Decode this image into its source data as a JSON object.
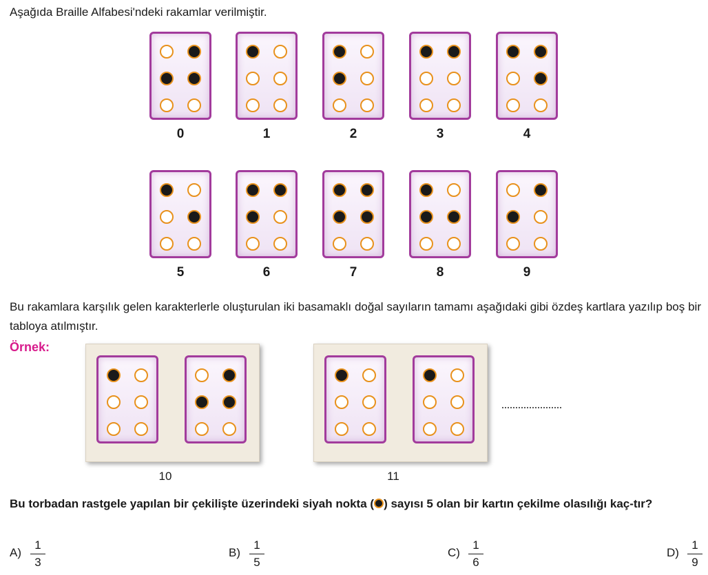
{
  "intro_text": "Aşağıda Braille Alfabesi'ndeki rakamlar verilmiştir.",
  "braille_digits": [
    {
      "label": "0",
      "dots": [
        false,
        true,
        true,
        true,
        false,
        false
      ]
    },
    {
      "label": "1",
      "dots": [
        true,
        false,
        false,
        false,
        false,
        false
      ]
    },
    {
      "label": "2",
      "dots": [
        true,
        false,
        true,
        false,
        false,
        false
      ]
    },
    {
      "label": "3",
      "dots": [
        true,
        true,
        false,
        false,
        false,
        false
      ]
    },
    {
      "label": "4",
      "dots": [
        true,
        true,
        false,
        true,
        false,
        false
      ]
    },
    {
      "label": "5",
      "dots": [
        true,
        false,
        false,
        true,
        false,
        false
      ]
    },
    {
      "label": "6",
      "dots": [
        true,
        true,
        true,
        false,
        false,
        false
      ]
    },
    {
      "label": "7",
      "dots": [
        true,
        true,
        true,
        true,
        false,
        false
      ]
    },
    {
      "label": "8",
      "dots": [
        true,
        false,
        true,
        true,
        false,
        false
      ]
    },
    {
      "label": "9",
      "dots": [
        false,
        true,
        true,
        false,
        false,
        false
      ]
    }
  ],
  "paragraph": "Bu rakamlara karşılık gelen karakterlerle oluşturulan iki basamaklı doğal sayıların tamamı aşağıdaki gibi özdeş kartlara yazılıp boş bir tabloya atılmıştır.",
  "example_label": "Örnek:",
  "example_cards": [
    {
      "label": "10",
      "cells": [
        [
          true,
          false,
          false,
          false,
          false,
          false
        ],
        [
          false,
          true,
          true,
          true,
          false,
          false
        ]
      ]
    },
    {
      "label": "11",
      "cells": [
        [
          true,
          false,
          false,
          false,
          false,
          false
        ],
        [
          true,
          false,
          false,
          false,
          false,
          false
        ]
      ]
    }
  ],
  "question": {
    "before": "Bu torbadan rastgele yapılan bir çekilişte üzerindeki siyah nokta (",
    "after": ") sayısı 5 olan bir kartın çekilme olasılığı kaç-tır?"
  },
  "options": [
    {
      "letter": "A)",
      "numerator": "1",
      "denominator": "3"
    },
    {
      "letter": "B)",
      "numerator": "1",
      "denominator": "5"
    },
    {
      "letter": "C)",
      "numerator": "1",
      "denominator": "6"
    },
    {
      "letter": "D)",
      "numerator": "1",
      "denominator": "9"
    }
  ],
  "colors": {
    "card_border": "#a23b9c",
    "dot_outline": "#e8911c",
    "dot_fill": "#1a1a1a",
    "example_label": "#d81b8c",
    "tray": "#f1ebdf"
  }
}
